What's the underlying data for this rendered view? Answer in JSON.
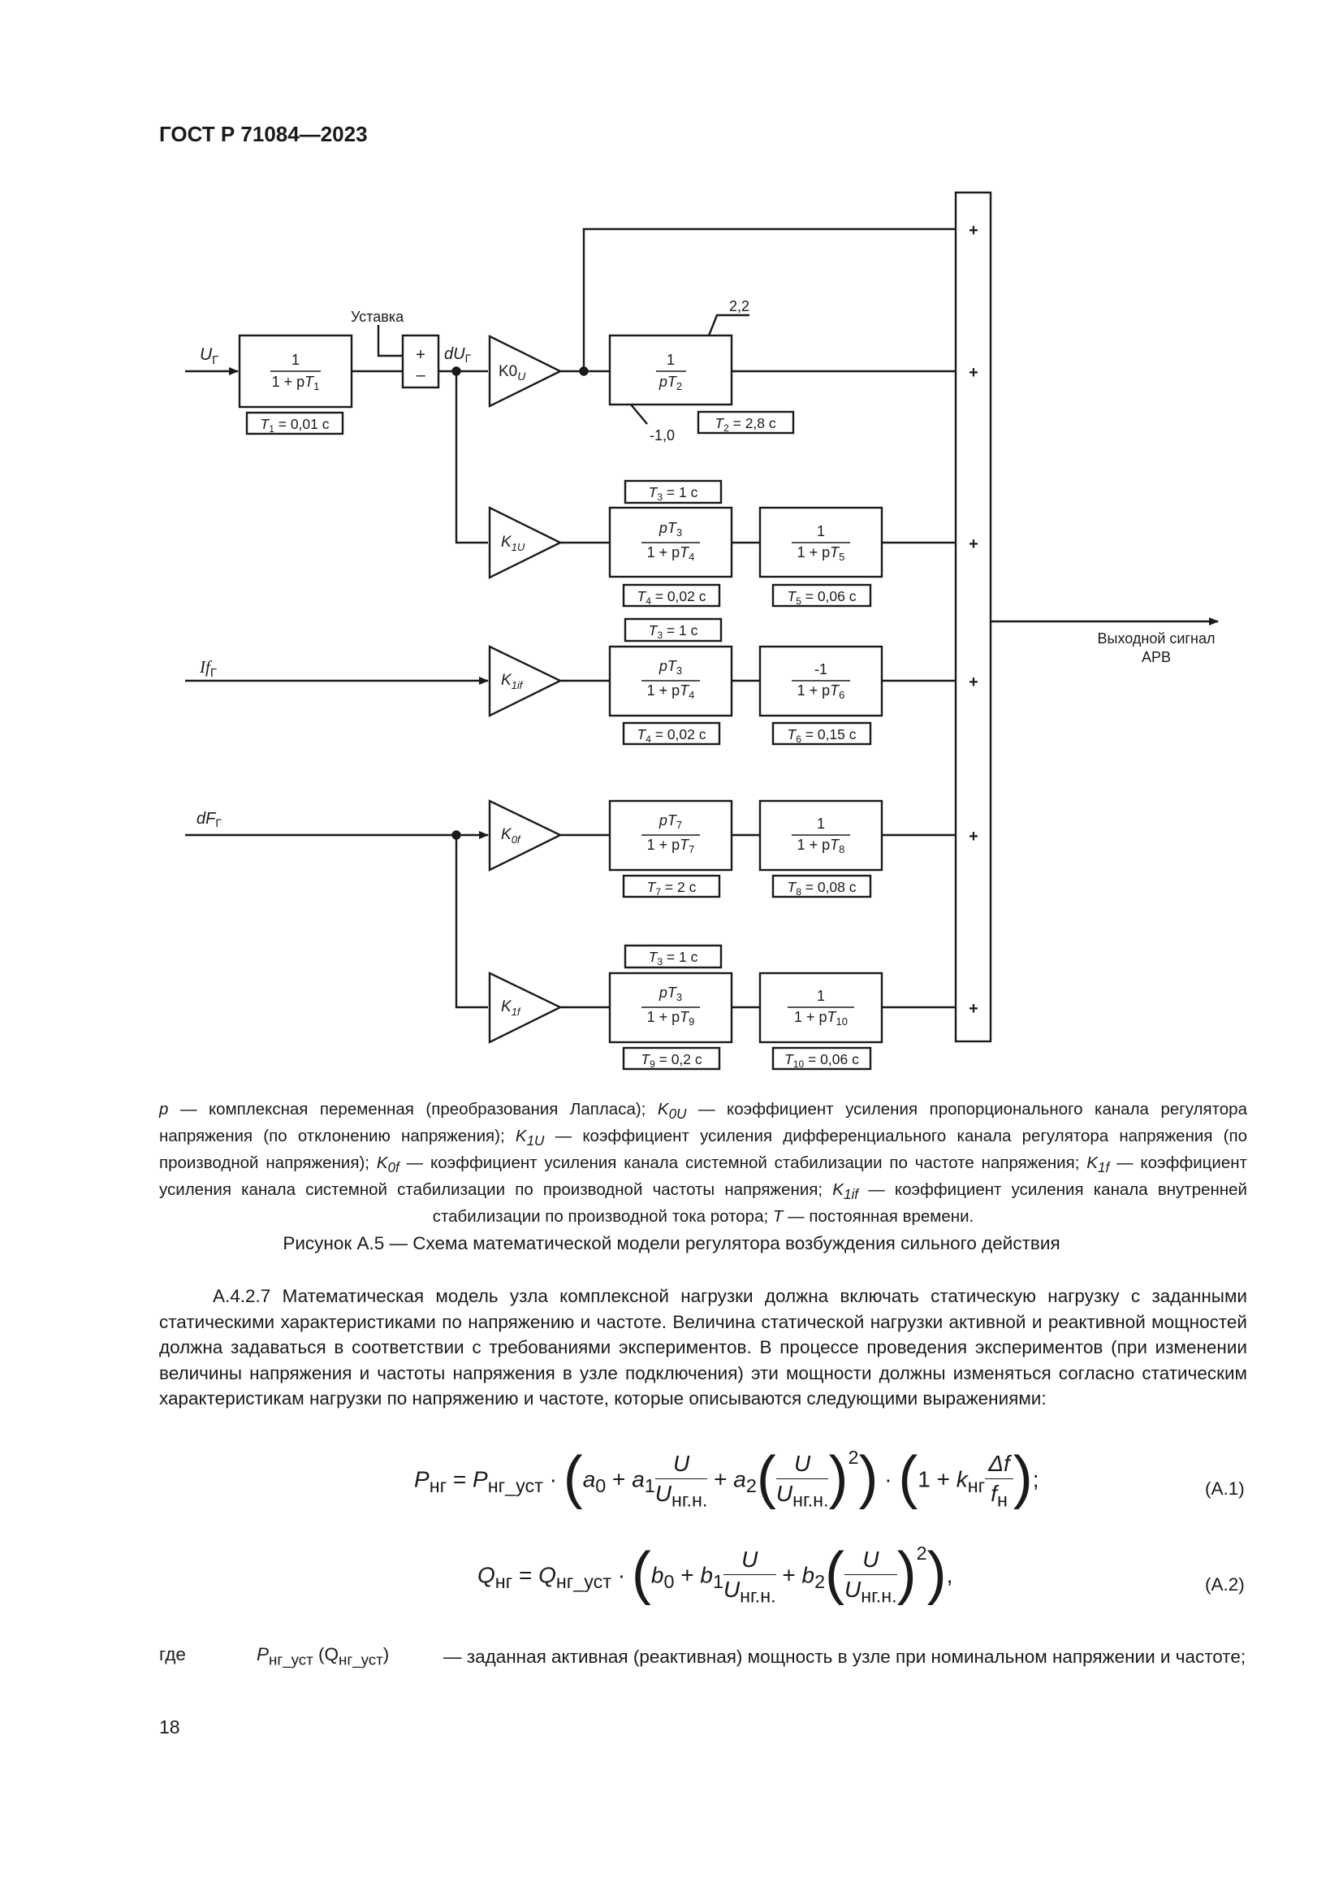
{
  "header": {
    "standard_id": "ГОСТ Р 71084—2023"
  },
  "diagram": {
    "inputs": {
      "u_gen": "U",
      "u_gen_sub": "Г",
      "setpoint": "Уставка",
      "if_gen": "If",
      "if_gen_sub": "Г",
      "df_gen": "dF",
      "df_gen_sub": "Г"
    },
    "du_label": "dU",
    "du_sub": "Г",
    "sum_plus": "+",
    "sum_minus": "–",
    "block_t1": {
      "num": "1",
      "den_prefix": "1 + p",
      "den_var": "T",
      "den_sub": "1"
    },
    "block_t1_param": {
      "var": "T",
      "sub": "1",
      "value": " = 0,01 с"
    },
    "gain_k0u": {
      "text": "K0",
      "sub": "U"
    },
    "integrator": {
      "num": "1",
      "den_prefix": "p",
      "den_var": "T",
      "den_sub": "2"
    },
    "integrator_upper_limit": "2,2",
    "integrator_lower_limit": "-1,0",
    "integrator_param": {
      "var": "T",
      "sub": "2",
      "value": " = 2,8 с"
    },
    "gain_k1u": {
      "text": "K",
      "sub": "1U"
    },
    "gain_k1if": {
      "text": "K",
      "sub": "1if"
    },
    "gain_k0f": {
      "text": "K",
      "sub": "0f"
    },
    "gain_k1f": {
      "text": "K",
      "sub": "1f"
    },
    "row2": {
      "top_param": {
        "var": "T",
        "sub": "3",
        "value": " = 1 с"
      },
      "lead_block": {
        "num_prefix": "p",
        "num_var": "T",
        "num_sub": "3",
        "den_prefix": "1 + p",
        "den_var": "T",
        "den_sub": "4"
      },
      "lead_param": {
        "var": "T",
        "sub": "4",
        "value": " = 0,02 с"
      },
      "lag_block": {
        "num": "1",
        "den_prefix": "1 + p",
        "den_var": "T",
        "den_sub": "5"
      },
      "lag_param": {
        "var": "T",
        "sub": "5",
        "value": " = 0,06 с"
      }
    },
    "row3": {
      "top_param": {
        "var": "T",
        "sub": "3",
        "value": " = 1 с"
      },
      "lead_block": {
        "num_prefix": "p",
        "num_var": "T",
        "num_sub": "3",
        "den_prefix": "1 + p",
        "den_var": "T",
        "den_sub": "4"
      },
      "lead_param": {
        "var": "T",
        "sub": "4",
        "value": " = 0,02 с"
      },
      "lag_block": {
        "num": "-1",
        "den_prefix": "1 + p",
        "den_var": "T",
        "den_sub": "6"
      },
      "lag_param": {
        "var": "T",
        "sub": "6",
        "value": " = 0,15 с"
      }
    },
    "row4": {
      "lead_block": {
        "num_prefix": "p",
        "num_var": "T",
        "num_sub": "7",
        "den_prefix": "1 + p",
        "den_var": "T",
        "den_sub": "7"
      },
      "lead_param": {
        "var": "T",
        "sub": "7",
        "value": " = 2 с"
      },
      "lag_block": {
        "num": "1",
        "den_prefix": "1 + p",
        "den_var": "T",
        "den_sub": "8"
      },
      "lag_param": {
        "var": "T",
        "sub": "8",
        "value": " = 0,08 с"
      }
    },
    "row5": {
      "top_param": {
        "var": "T",
        "sub": "3",
        "value": " = 1 с"
      },
      "lead_block": {
        "num_prefix": "p",
        "num_var": "T",
        "num_sub": "3",
        "den_prefix": "1 + p",
        "den_var": "T",
        "den_sub": "9"
      },
      "lead_param": {
        "var": "T",
        "sub": "9",
        "value": " = 0,2 с"
      },
      "lag_block": {
        "num": "1",
        "den_prefix": "1 + p",
        "den_var": "T",
        "den_sub": "10"
      },
      "lag_param": {
        "var": "T",
        "sub": "10",
        "value": " = 0,06 с"
      }
    },
    "summator_sign": "+",
    "output_line1": "Выходной сигнал",
    "output_line2": "АРВ"
  },
  "legend": {
    "p_sym": "p",
    "p_desc": " — комплексная переменная (преобразования Лапласа); ",
    "k0u_sym": "K",
    "k0u_sub": "0U",
    "k0u_desc": " — коэффициент усиления пропорционального канала регулятора напряжения (по отклонению напряжения); ",
    "k1u_sym": "K",
    "k1u_sub": "1U",
    "k1u_desc": " — коэффициент усиления дифференциального канала регулятора напряжения (по производной напряжения); ",
    "k0f_sym": "K",
    "k0f_sub": "0f",
    "k0f_desc": " — коэффициент усиления канала системной стабилизации по частоте напряжения; ",
    "k1f_sym": "K",
    "k1f_sub": "1f",
    "k1f_desc": " — коэффициент усиления канала системной стабилизации по производной частоты напряжения; ",
    "k1if_sym": "K",
    "k1if_sub": "1if",
    "k1if_desc": " — коэффициент усиления канала внутренней стабилизации по производной тока ротора; ",
    "t_sym": "T",
    "t_desc": " — постоянная времени."
  },
  "caption": "Рисунок А.5 — Схема математической модели регулятора возбуждения сильного действия",
  "paragraph": "А.4.2.7 Математическая модель узла комплексной нагрузки должна включать статическую нагрузку с заданными статическими характеристиками по напряжению и частоте. Величина статической нагрузки активной и реактивной мощностей должна задаваться в соответствии с требованиями экспериментов. В процессе проведения экспериментов (при изменении величины напряжения и частоты напряжения в узле подключения) эти мощности должны изменяться согласно статическим характеристикам нагрузки по напряжению и частоте, которые описываются следующими выражениями:",
  "equations": {
    "a1": {
      "lhs": "P",
      "lhs_sub": "нг",
      "eq": " = ",
      "p_set": "P",
      "p_set_sub": "нг_уст",
      "dot": " · ",
      "a0": "a",
      "a0_sub": "0",
      "plus": " + ",
      "a1_var": "a",
      "a1_sub": "1",
      "u": "U",
      "u_den": "U",
      "u_den_sub": "нг.н.",
      "a2": "a",
      "a2_sub": "2",
      "pow": "2",
      "one": "1",
      "plus2": " + ",
      "k": "k",
      "k_sub": "нг",
      "df": "Δf",
      "fn": "f",
      "fn_sub": "н",
      "end": ";",
      "number": "(А.1)"
    },
    "a2": {
      "lhs": "Q",
      "lhs_sub": "нг",
      "eq": " = ",
      "q_set": "Q",
      "q_set_sub": "нг_уст",
      "dot": " · ",
      "b0": "b",
      "b0_sub": "0",
      "plus": " + ",
      "b1": "b",
      "b1_sub": "1",
      "u": "U",
      "u_den": "U",
      "u_den_sub": "нг.н.",
      "b2": "b",
      "b2_sub": "2",
      "pow": "2",
      "end": ",",
      "number": "(А.2)"
    }
  },
  "where": {
    "label": "где",
    "p_sym": "P",
    "p_sub": "нг_уст",
    "q_open": " (Q",
    "q_sub": "нг_уст",
    "q_close": ")",
    "desc": "— заданная активная (реактивная) мощность в узле при номинальном напряжении и частоте;"
  },
  "page_number": "18"
}
